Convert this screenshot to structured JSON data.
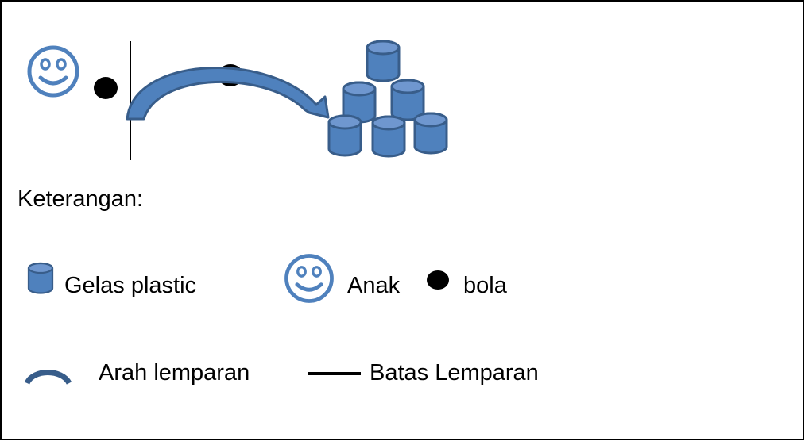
{
  "legend": {
    "heading": "Keterangan:",
    "cup_label": "Gelas plastic",
    "child_label": "Anak",
    "ball_label": "bola",
    "arc_label": "Arah lemparan",
    "line_label": "Batas Lemparan"
  },
  "colors": {
    "cup_fill": "#4f81bd",
    "cup_stroke": "#385d8a",
    "smiley": "#4f81bd",
    "ball": "#000000",
    "border": "#000000"
  },
  "icons": [
    "smiley-face-icon",
    "ball-icon",
    "cup-icon",
    "throw-arrow-icon",
    "throw-line-icon"
  ]
}
